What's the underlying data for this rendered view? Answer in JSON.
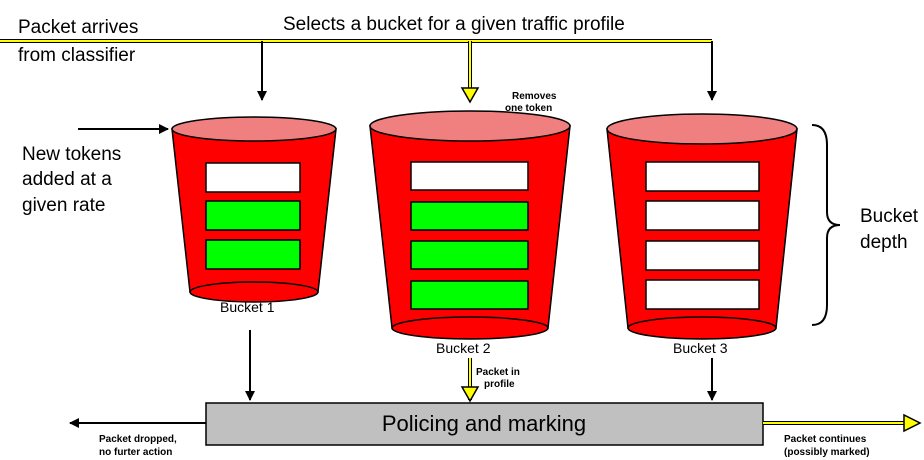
{
  "labels": {
    "packet_arrives_1": "Packet arrives",
    "packet_arrives_2": "from classifier",
    "selects_bucket": "Selects a bucket for a given traffic profile",
    "removes_token_1": "Removes",
    "removes_token_2": "one token",
    "new_tokens_1": "New tokens",
    "new_tokens_2": "added at a",
    "new_tokens_3": "given rate",
    "bucket_depth_1": "Bucket",
    "bucket_depth_2": "depth",
    "packet_in_profile_1": "Packet in",
    "packet_in_profile_2": "profile",
    "policing_box": "Policing and marking",
    "dropped_1": "Packet dropped,",
    "dropped_2": "no furter action",
    "continues_1": "Packet continues",
    "continues_2": "(possibly marked)"
  },
  "buckets": [
    {
      "name": "Bucket 1",
      "tokens": [
        "empty",
        "full",
        "full"
      ]
    },
    {
      "name": "Bucket 2",
      "tokens": [
        "empty",
        "full",
        "full",
        "full"
      ]
    },
    {
      "name": "Bucket 3",
      "tokens": [
        "empty",
        "empty",
        "empty",
        "empty"
      ]
    }
  ],
  "colors": {
    "bucket_body": "#ff0000",
    "bucket_rim": "#f08080",
    "token_full": "#00ff00",
    "token_empty": "#ffffff",
    "selected_path": "#ffff00",
    "policing_box": "#c0c0c0",
    "line": "#000000"
  }
}
